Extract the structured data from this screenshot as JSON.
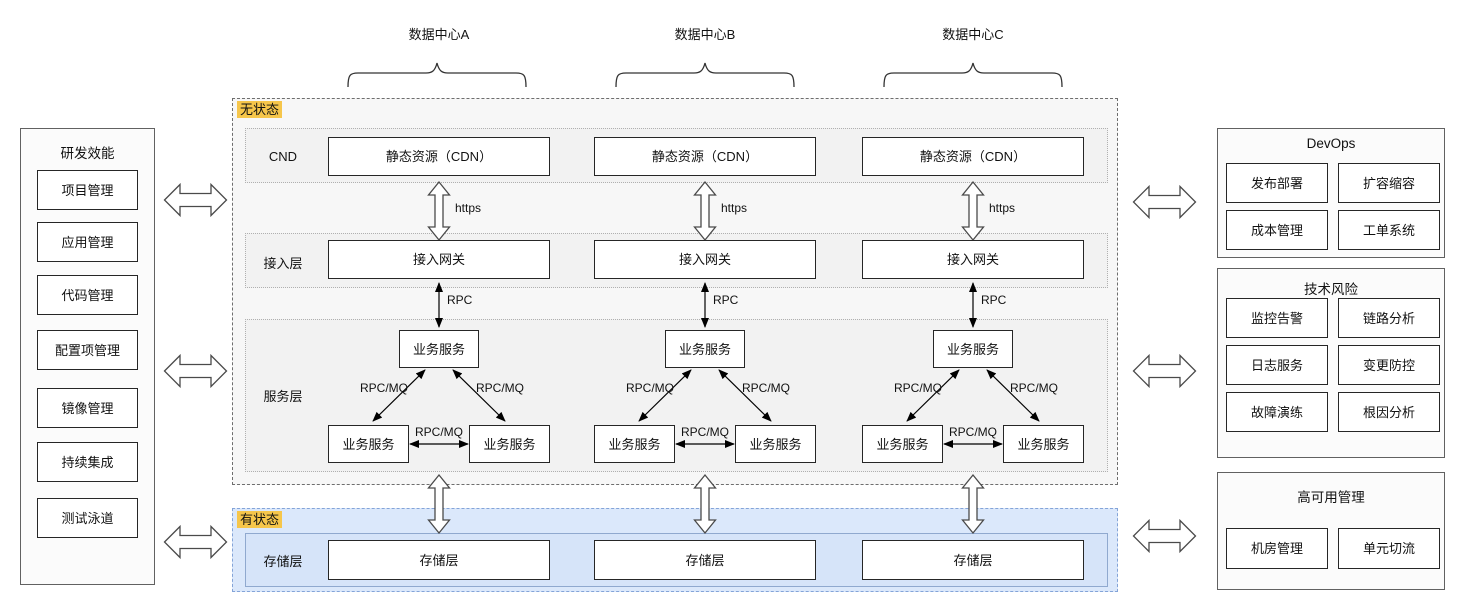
{
  "left_panel": {
    "title": "研发效能",
    "items": [
      "项目管理",
      "应用管理",
      "代码管理",
      "配置项管理",
      "镜像管理",
      "持续集成",
      "测试泳道"
    ]
  },
  "datacenters": [
    "数据中心A",
    "数据中心B",
    "数据中心C"
  ],
  "stateless": {
    "label": "无状态",
    "rows": [
      {
        "label": "CND",
        "box": "静态资源（CDN）"
      },
      {
        "label": "接入层",
        "box": "接入网关"
      },
      {
        "label": "服务层",
        "box": "业务服务"
      }
    ]
  },
  "stateful": {
    "label": "有状态",
    "row_label": "存储层",
    "box": "存储层"
  },
  "arrows": {
    "https": "https",
    "rpc": "RPC",
    "rpc_mq": "RPC/MQ"
  },
  "right_panels": [
    {
      "title": "DevOps",
      "items": [
        "发布部署",
        "扩容缩容",
        "成本管理",
        "工单系统"
      ]
    },
    {
      "title": "技术风险",
      "items": [
        "监控告警",
        "链路分析",
        "日志服务",
        "变更防控",
        "故障演练",
        "根因分析"
      ]
    },
    {
      "title": "高可用管理",
      "items": [
        "机房管理",
        "单元切流"
      ]
    }
  ],
  "colors": {
    "highlight": "#f6c64b",
    "stateless_bg": "#f7f7f7",
    "stateful_bg": "#dbe8fb",
    "storage_band_border": "#90a9cf"
  }
}
